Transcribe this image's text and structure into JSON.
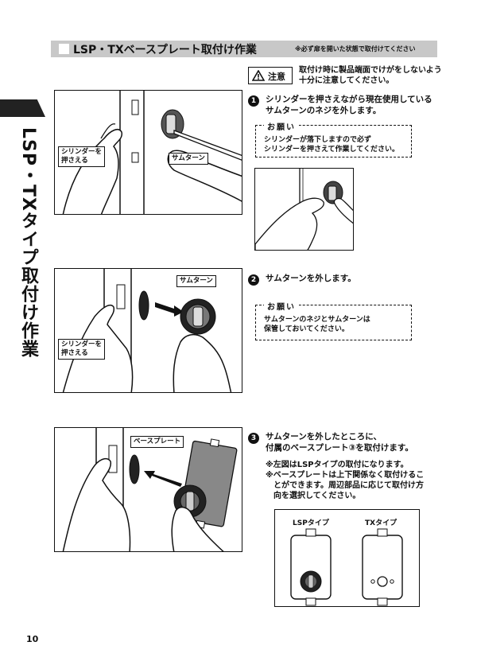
{
  "header": {
    "title": "LSP・TXベースプレート取付け作業",
    "note": "※必ず扉を開いた状態で取付けてください"
  },
  "side_title": "LSP・TXタイプ取付け作業",
  "caution": {
    "label": "注意",
    "lines": [
      "取付け時に製品端面でけがをしないよう",
      "十分に注意してください。"
    ]
  },
  "steps": [
    {
      "number": "1",
      "lines": [
        "シリンダーを押さえながら現在使用している",
        "サムターンのネジを外します。"
      ],
      "request": {
        "title": "お願い",
        "lines": [
          "シリンダーが落下しますので必ず",
          "シリンダーを押さえて作業してください。"
        ]
      },
      "tags": {
        "cylinder": [
          "シリンダーを",
          "押さえる"
        ],
        "thumbturn": "サムターン"
      }
    },
    {
      "number": "2",
      "lines": [
        "サムターンを外します。"
      ],
      "request": {
        "title": "お願い",
        "lines": [
          "サムターンのネジとサムターンは",
          "保管しておいてください。"
        ]
      },
      "tags": {
        "cylinder": [
          "シリンダーを",
          "押さえる"
        ],
        "thumbturn": "サムターン"
      }
    },
    {
      "number": "3",
      "lines": [
        "サムターンを外したところに、",
        "付属のベースプレート③を取付けます。"
      ],
      "remarks": [
        "※左図はLSPタイプの取付になります。",
        "※ベースプレートは上下関係なく取付けるこ",
        "　とができます。周辺部品に応じて取付け方",
        "　向を選択してください。"
      ],
      "tags": {
        "baseplate": "ベースプレート"
      },
      "types": [
        "LSPタイプ",
        "TXタイプ"
      ]
    }
  ],
  "page_number": "10"
}
